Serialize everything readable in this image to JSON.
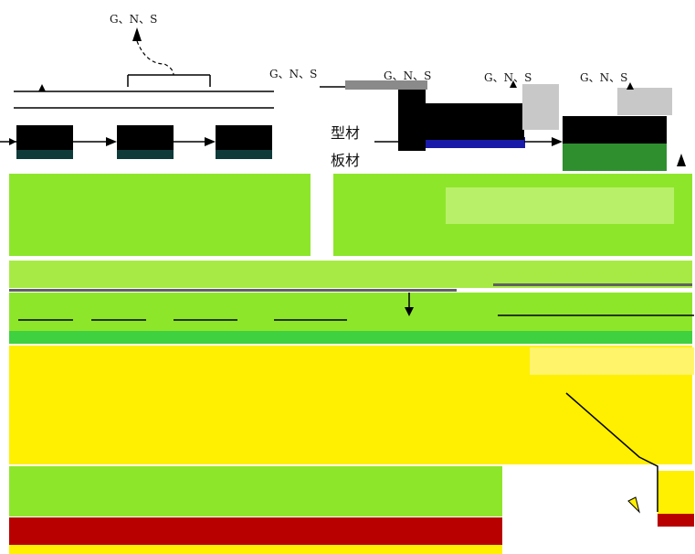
{
  "emission_labels": {
    "top": "G、N、S",
    "mid_left": "G、N、S",
    "mid_center": "G、N、S",
    "mid_right_1": "G、N、S",
    "mid_right_2": "G、N、S"
  },
  "products": {
    "profile": "型材",
    "plate": "板材"
  },
  "colors": {
    "box": "#000000",
    "green": "#8ee62b",
    "yellow": "#ffef00",
    "red": "#b90000",
    "blue": "#1a1aa8",
    "gray": "#bfbfbf"
  }
}
